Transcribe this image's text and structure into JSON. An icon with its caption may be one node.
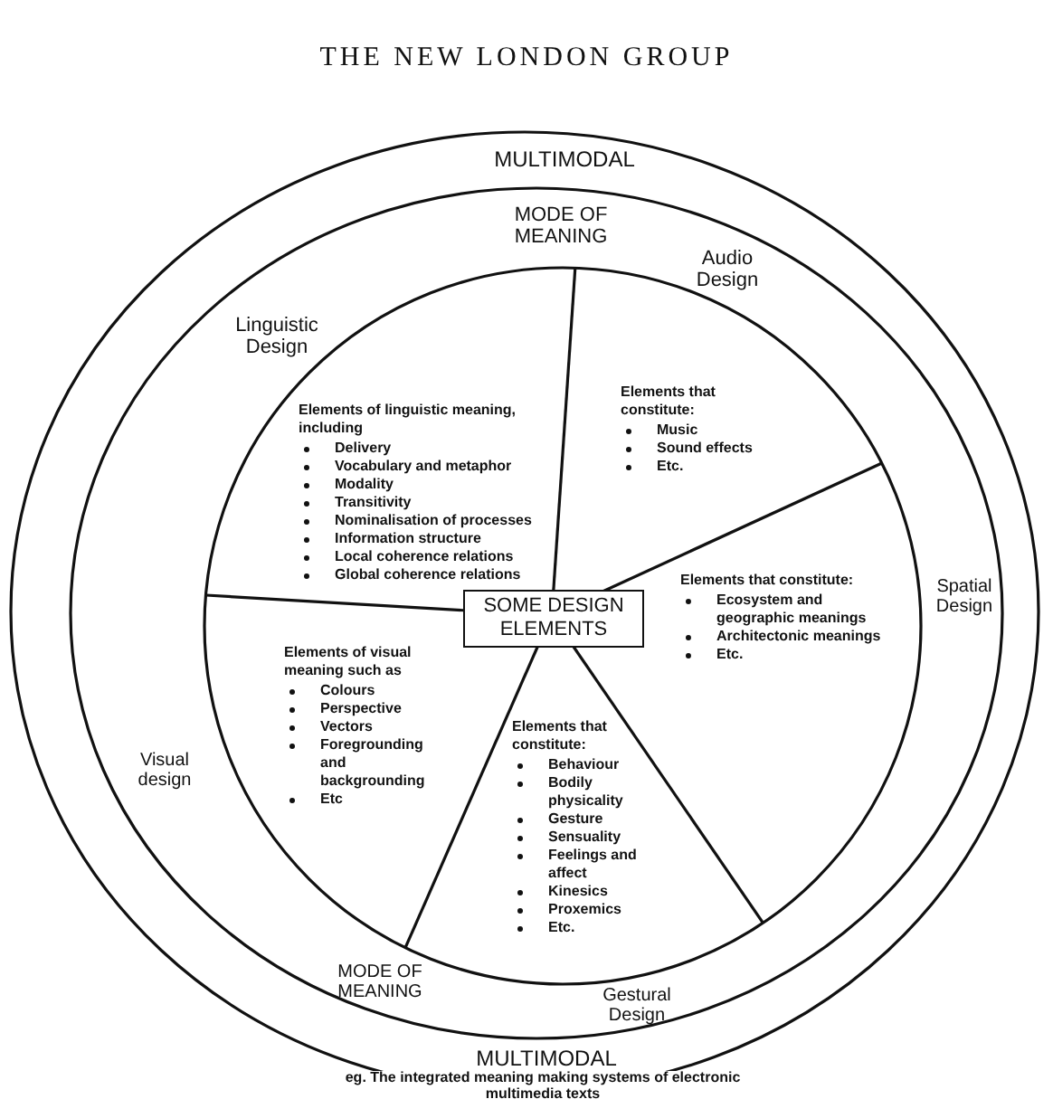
{
  "diagram": {
    "title": "THE NEW LONDON GROUP",
    "nodes": [
      {
        "text": [
          "MULTIMODAL",
          "MULTIMODAL",
          "eg. The integrated meaning making systems of electronic multimedia texts"
        ]
      },
      {
        "text": [
          "MODE OF MEANING",
          "Audio Design",
          "Linguistic Design",
          "Spatial Design",
          "Visual design",
          "Gestural Design",
          "MODE OF MEANING"
        ],
        "in": 0
      },
      {
        "text": [],
        "shape": "circle",
        "in": 1
      },
      {
        "text": [
          "Elements of linguistic meaning, including",
          "Delivery",
          "Vocabulary and metaphor",
          "Modality",
          "Transitivity",
          "Nominalisation of processes",
          "Information structure",
          "Local coherence relations",
          "Global coherence relations"
        ],
        "in": 2
      },
      {
        "text": [
          "Elements that constitute:",
          "Music",
          "Sound effects",
          "Etc."
        ],
        "in": 2
      },
      {
        "text": [
          "SOME DESIGN ELEMENTS"
        ],
        "in": 2
      },
      {
        "text": [
          "Elements that constitute:",
          "Ecosystem and geographic meanings",
          "Architectonic meanings",
          "Etc."
        ],
        "in": 2
      },
      {
        "text": [
          "Elements of visual meaning such as",
          "Colours",
          "Perspective",
          "Vectors",
          "Foregrounding and backgrounding",
          "Etc"
        ],
        "in": 2
      },
      {
        "text": [
          "Elements that constitute:",
          "Behaviour",
          "Bodily physicality",
          "Gesture",
          "Sensuality",
          "Feelings and affect",
          "Kinesics",
          "Proxemics",
          "Etc."
        ],
        "in": 2
      }
    ],
    "edges": []
  }
}
